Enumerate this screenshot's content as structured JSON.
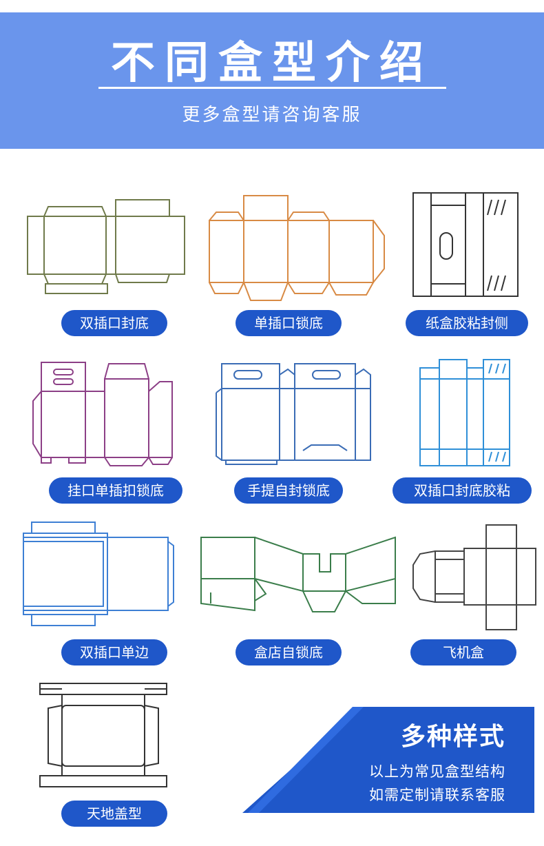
{
  "header": {
    "title": "不同盒型介绍",
    "subtitle": "更多盒型请咨询客服"
  },
  "colors": {
    "header_bg": "#6a95ec",
    "pill_bg": "#1f57c9",
    "promo_bg": "#1f57c9"
  },
  "box_types": [
    {
      "label": "双插口封底",
      "line_color": "#6f7a4a"
    },
    {
      "label": "单插口锁底",
      "line_color": "#d88a44"
    },
    {
      "label": "纸盒胶粘封侧",
      "line_color": "#333333"
    },
    {
      "label": "挂口单插扣锁底",
      "line_color": "#8c3f86"
    },
    {
      "label": "手提自封锁底",
      "line_color": "#3a6cb5"
    },
    {
      "label": "双插口封底胶粘",
      "line_color": "#2e8fd8"
    },
    {
      "label": "双插口单边",
      "line_color": "#3d7fd4"
    },
    {
      "label": "盒店自锁底",
      "line_color": "#3a7d4a"
    },
    {
      "label": "飞机盒",
      "line_color": "#444444"
    },
    {
      "label": "天地盖型",
      "line_color": "#333333"
    }
  ],
  "promo": {
    "title": "多种样式",
    "line1": "以上为常见盒型结构",
    "line2": "如需定制请联系客服"
  }
}
